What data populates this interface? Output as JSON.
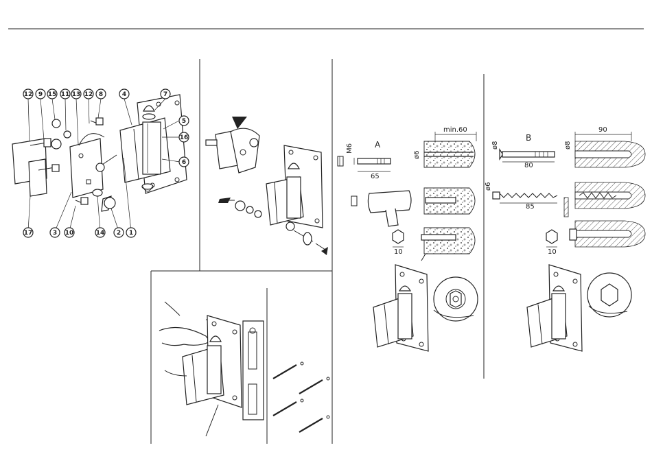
{
  "callouts": {
    "c12a": "12",
    "c9": "9",
    "c15": "15",
    "c11": "11",
    "c13": "13",
    "c12b": "12",
    "c8": "8",
    "c4": "4",
    "c7": "7",
    "c5": "5",
    "c16": "16",
    "c6": "6",
    "c17": "17",
    "c3": "3",
    "c10": "10",
    "c14": "14",
    "c2": "2",
    "c1": "1"
  },
  "variant_a": {
    "label": "A",
    "thread": "M6",
    "bore_dia": "ø6",
    "depth": "min.60",
    "length": "65",
    "wrench": "10"
  },
  "variant_b": {
    "label": "B",
    "bore_dia_1": "ø8",
    "bore_dia_2": "ø8",
    "depth": "90",
    "length_1": "80",
    "screw_dia": "ø6",
    "length_2": "85",
    "wrench": "10"
  }
}
